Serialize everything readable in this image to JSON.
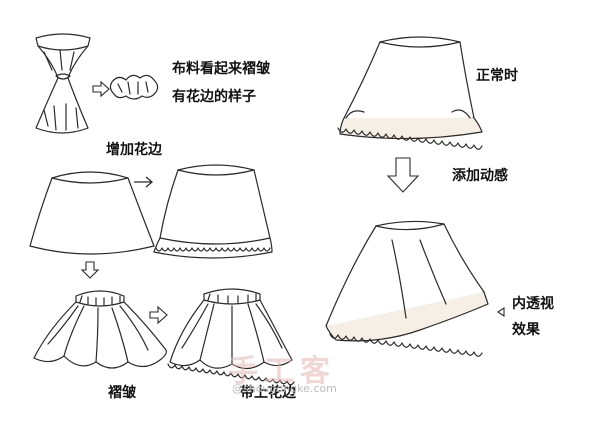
{
  "labels": {
    "fabric_gathered_line1": "布料看起来褶皱",
    "fabric_gathered_line2": "有花边的样子",
    "add_lace": "增加花边",
    "pleats": "褶皱",
    "with_lace": "带上花边",
    "normal": "正常时",
    "add_motion": "添加动感",
    "see_through_line1": "内透视",
    "see_through_line2": "效果"
  },
  "watermark": {
    "logo_text": "手工客",
    "sub_text": "@shougongke.com"
  },
  "colors": {
    "line": "#2a2a2a",
    "lining": "#f6efe6",
    "arrow_fill": "#ffffff"
  }
}
